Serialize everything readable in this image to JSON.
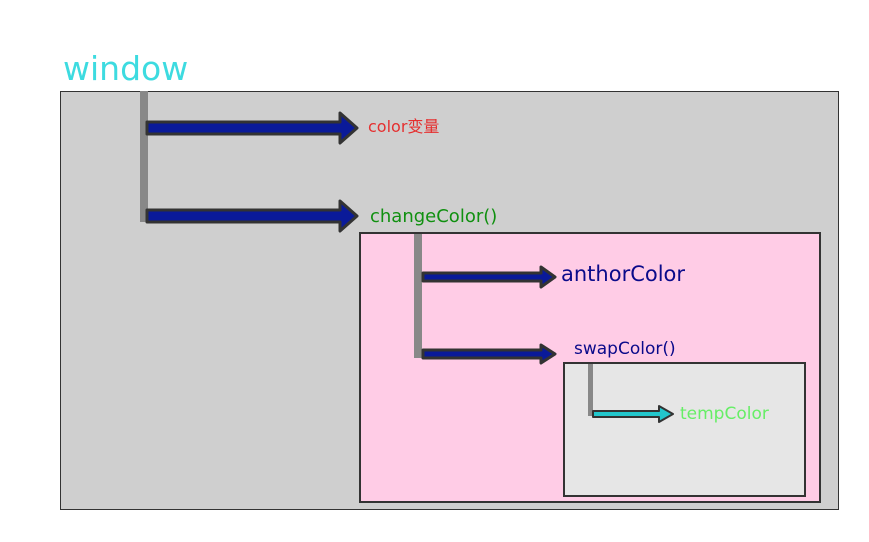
{
  "title": "window",
  "labels": {
    "color_var": "color变量",
    "change_color": "changeColor()",
    "anthor_color": "anthorColor",
    "swap_color": "swapColor()",
    "temp_color": "tempColor"
  },
  "colors": {
    "title": "#3ddbe0",
    "color_var": "#e53030",
    "change_color": "#109010",
    "anthor_color": "#0a0a8a",
    "swap_color": "#0a0a8a",
    "temp_color": "#66ee66",
    "window_bg": "#cfcfcf",
    "change_bg": "#ffcce6",
    "swap_bg": "#e6e6e6",
    "arrow_blue": "#0a1a99",
    "arrow_cyan": "#22c7cc",
    "connector": "#888888"
  }
}
